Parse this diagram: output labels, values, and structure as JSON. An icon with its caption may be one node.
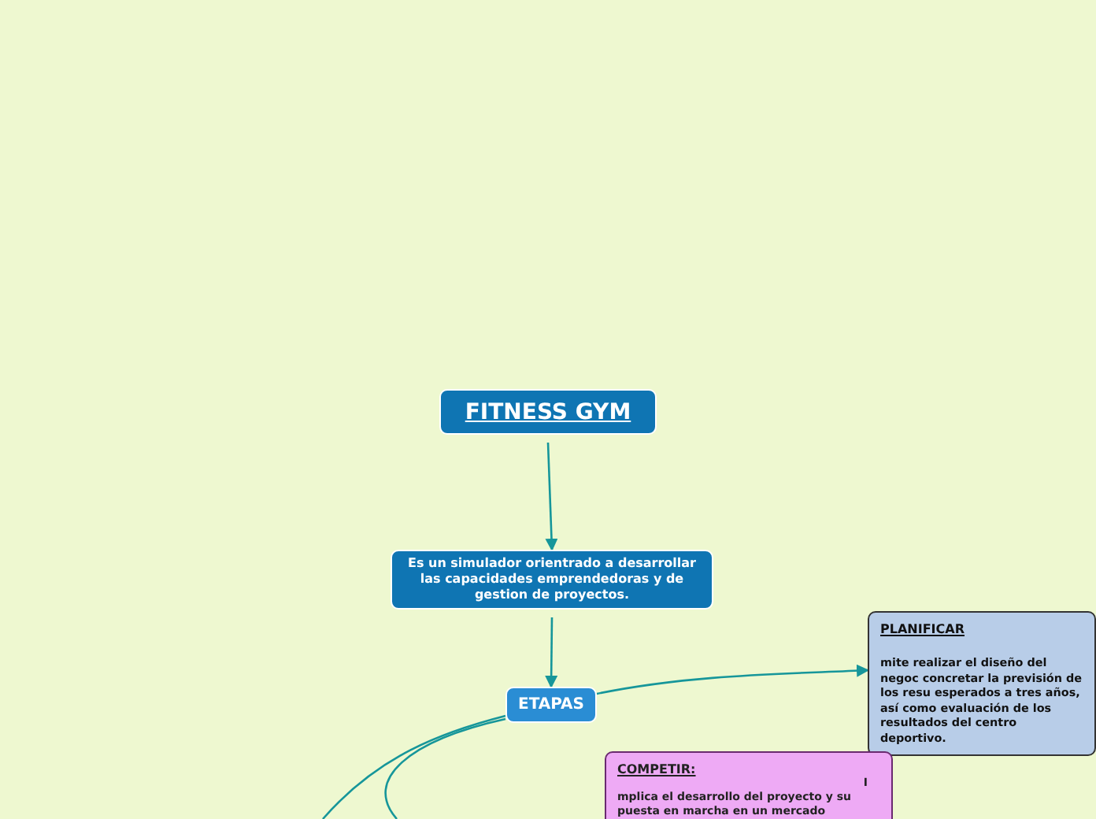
{
  "diagram": {
    "nodes": [
      {
        "text": [
          "FITNESS GYM"
        ]
      },
      {
        "text": [
          "Es un simulador orientrado a desarrollar las capacidades emprendedoras y de gestion de proyectos."
        ]
      },
      {
        "text": [
          "ETAPAS"
        ]
      },
      {
        "text": [
          "PLANIFICAR",
          "mite realizar el diseño del negoc concretar la previsión de los resu esperados a tres años, así como evaluación de los resultados del centro deportivo."
        ]
      },
      {
        "text": [
          "COMPETIR:",
          "I",
          "mplica el desarrollo del proyecto y su puesta en marcha en un mercado"
        ]
      }
    ],
    "edges": [
      {
        "from": 0,
        "to": 1,
        "arrow": "to"
      },
      {
        "from": 1,
        "to": 2,
        "arrow": "to"
      },
      {
        "from": 2,
        "to": 3,
        "arrow": "to"
      },
      {
        "from": 2,
        "to": null,
        "arrow": "none"
      },
      {
        "from": 2,
        "to": null,
        "arrow": "none"
      }
    ]
  }
}
